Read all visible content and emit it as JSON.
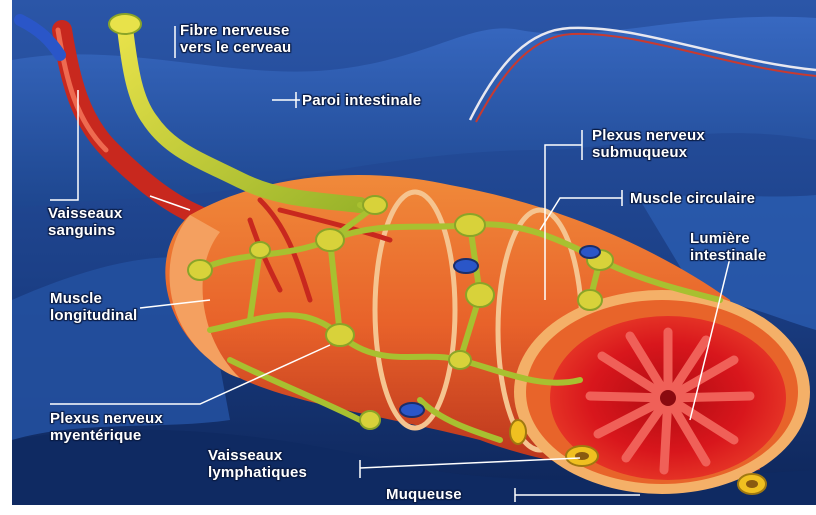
{
  "labels": {
    "fibre_nerveuse": [
      "Fibre nerveuse",
      "vers le cerveau"
    ],
    "paroi_intestinale": "Paroi intestinale",
    "plexus_submuqueux": [
      "Plexus nerveux",
      "submuqueux"
    ],
    "muscle_circulaire": "Muscle circulaire",
    "lumiere_intestinale": [
      "Lumière",
      "intestinale"
    ],
    "vaisseaux_sanguins": [
      "Vaisseaux",
      "sanguins"
    ],
    "muscle_longitudinal": [
      "Muscle",
      "longitudinal"
    ],
    "plexus_myenterique": [
      "Plexus nerveux",
      "myentérique"
    ],
    "vaisseaux_lymphatiques": [
      "Vaisseaux",
      "lymphatiques"
    ],
    "muqueuse": "Muqueuse"
  },
  "colors": {
    "background_blue": "#1b3f86",
    "deep_blue": "#0f2a62",
    "muscle_orange": "#e8622a",
    "muscle_red": "#d8261e",
    "mucosa_red": "#e0141a",
    "nerve_yellow": "#d8d23a",
    "nerve_green": "#7f9a22",
    "blood_red": "#c8281e",
    "vessel_blue": "#2a56c8",
    "lymph_yellow": "#f0c020"
  }
}
